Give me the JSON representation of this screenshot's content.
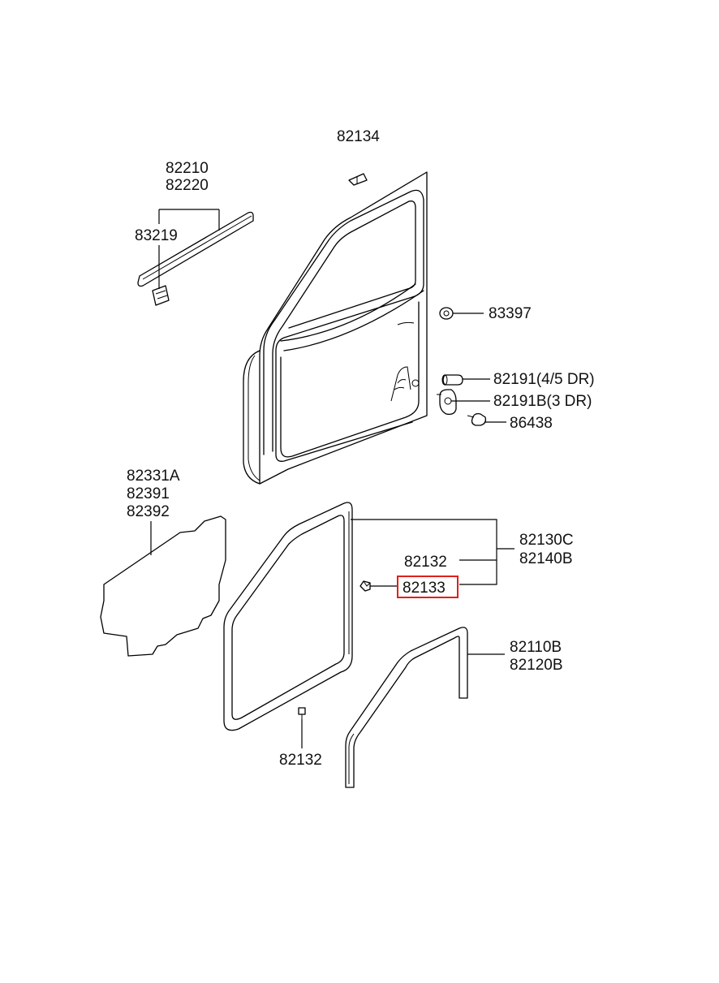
{
  "labels": {
    "p82134": "82134",
    "p82210": "82210",
    "p82220": "82220",
    "p83219": "83219",
    "p83397": "83397",
    "p82191": "82191(4/5 DR)",
    "p82191b": "82191B(3 DR)",
    "p86438": "86438",
    "p82331a": "82331A",
    "p82391": "82391",
    "p82392": "82392",
    "p82130c": "82130C",
    "p82140b": "82140B",
    "p82132_upper": "82132",
    "p82133": "82133",
    "p82110b": "82110B",
    "p82120b": "82120B",
    "p82132_lower": "82132"
  },
  "highlight": {
    "part": "82133",
    "color": "#e0201b"
  }
}
